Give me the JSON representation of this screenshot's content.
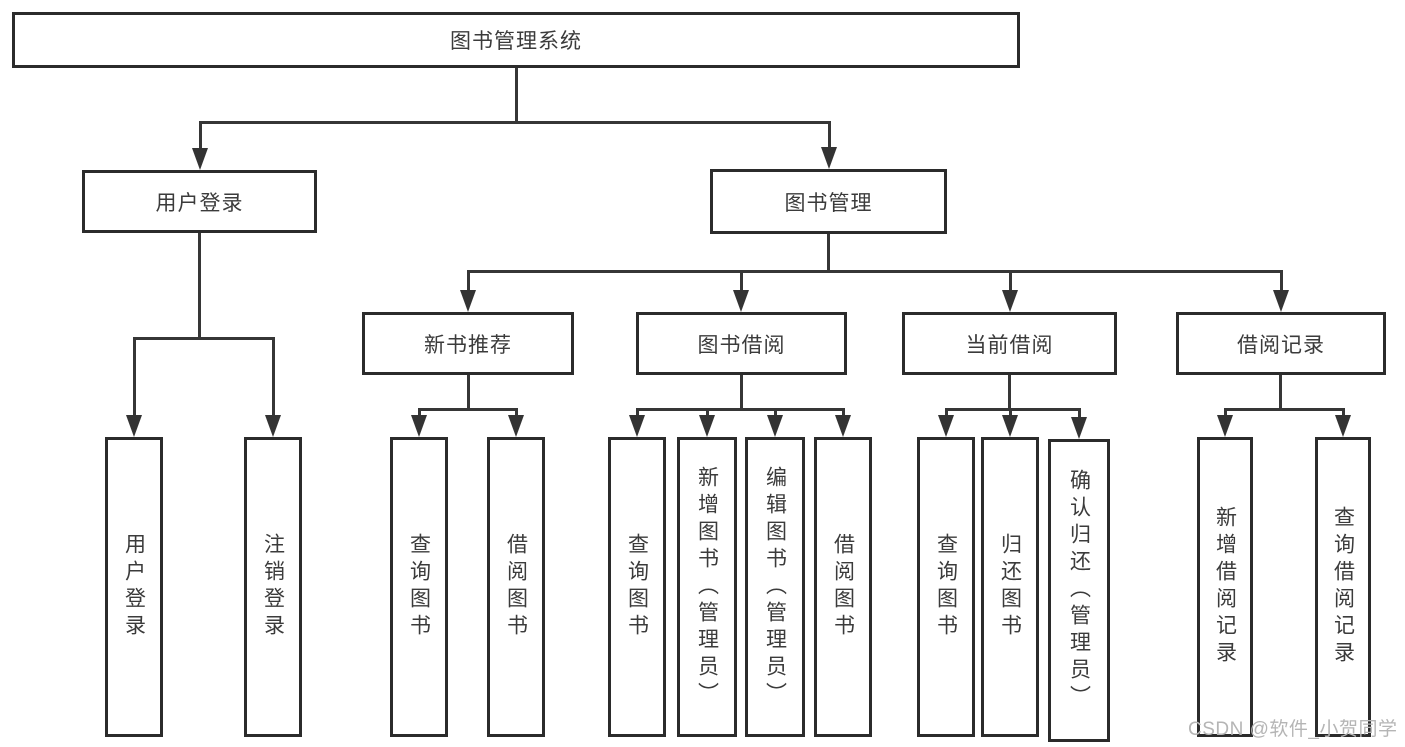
{
  "diagram": {
    "root": "图书管理系统",
    "branches": [
      {
        "label": "用户登录",
        "leaves": [
          "用户登录",
          "注销登录"
        ]
      },
      {
        "label": "图书管理",
        "groups": [
          {
            "label": "新书推荐",
            "leaves": [
              "查询图书",
              "借阅图书"
            ]
          },
          {
            "label": "图书借阅",
            "leaves": [
              "查询图书",
              "新增图书（管理员）",
              "编辑图书（管理员）",
              "借阅图书"
            ]
          },
          {
            "label": "当前借阅",
            "leaves": [
              "查询图书",
              "归还图书",
              "确认归还（管理员）"
            ]
          },
          {
            "label": "借阅记录",
            "leaves": [
              "新增借阅记录",
              "查询借阅记录"
            ]
          }
        ]
      }
    ]
  },
  "watermark": "CSDN @软件_小贺同学",
  "colors": {
    "line": "#363636",
    "box_border": "#2b2b2b",
    "box_fill": "#ffffff",
    "text": "#3b3b3b",
    "watermark": "#b5b5b5"
  }
}
